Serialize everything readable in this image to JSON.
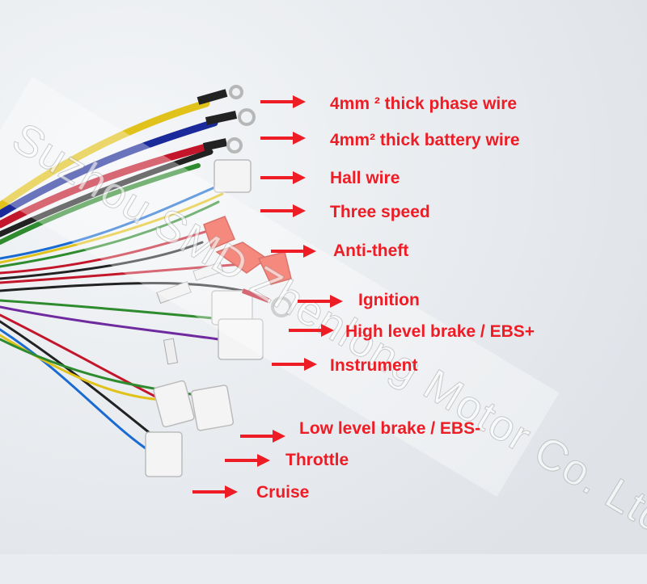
{
  "watermark": "Suzhou SMD Zhenlong Motor Co. Ltd",
  "labels": [
    "4mm ² thick phase wire",
    "4mm² thick battery wire",
    "Hall wire",
    "Three speed",
    "Anti-theft",
    "Ignition",
    "High level brake / EBS+",
    "Instrument",
    "Low level brake / EBS-",
    "Throttle",
    "Cruise"
  ],
  "colors": {
    "label": "#ee1c25",
    "background": "#e9ecf0"
  }
}
